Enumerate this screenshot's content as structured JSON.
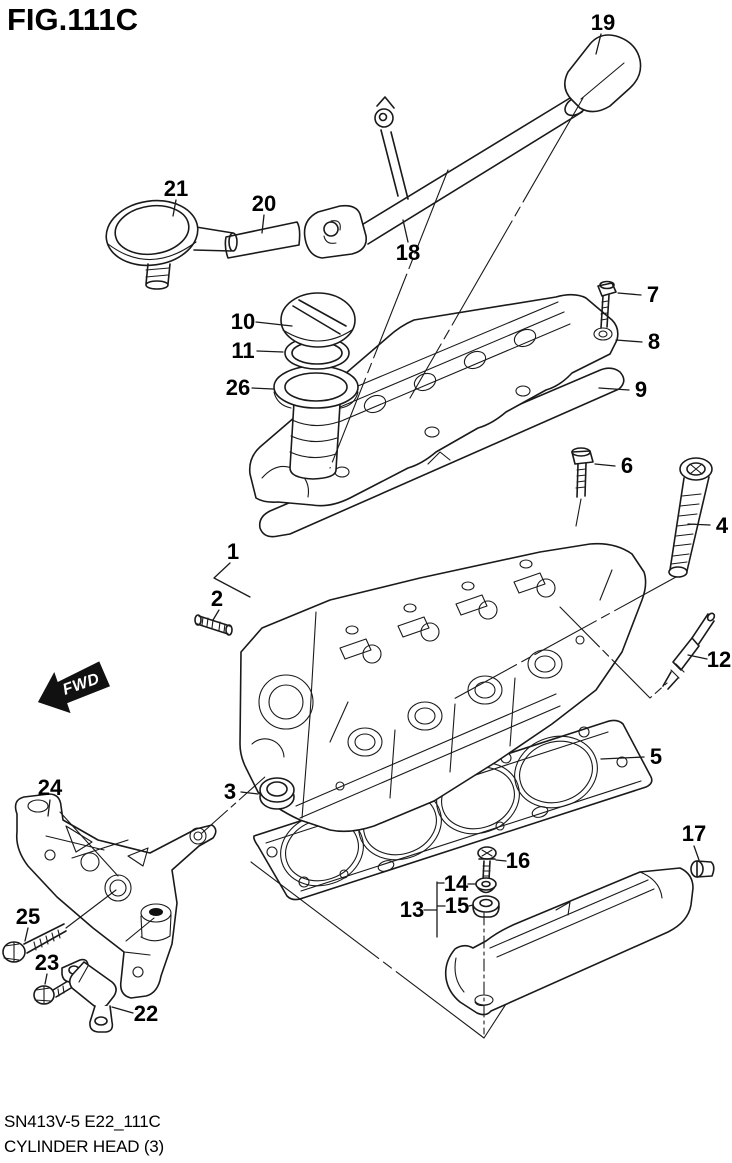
{
  "title": "FIG.111C",
  "footer": {
    "code": "SN413V-5 E22_111C",
    "caption": "CYLINDER HEAD (3)"
  },
  "fwd_label": "FWD",
  "colors": {
    "line_color": "#1a1a1a",
    "background": "#ffffff",
    "text_color": "#000000"
  },
  "callouts": [
    {
      "number": "1"
    },
    {
      "number": "2"
    },
    {
      "number": "3"
    },
    {
      "number": "4"
    },
    {
      "number": "5"
    },
    {
      "number": "6"
    },
    {
      "number": "7"
    },
    {
      "number": "8"
    },
    {
      "number": "9"
    },
    {
      "number": "10"
    },
    {
      "number": "11"
    },
    {
      "number": "12"
    },
    {
      "number": "13"
    },
    {
      "number": "14"
    },
    {
      "number": "15"
    },
    {
      "number": "16"
    },
    {
      "number": "17"
    },
    {
      "number": "18"
    },
    {
      "number": "19"
    },
    {
      "number": "20"
    },
    {
      "number": "21"
    },
    {
      "number": "22"
    },
    {
      "number": "23"
    },
    {
      "number": "24"
    },
    {
      "number": "25"
    },
    {
      "number": "26"
    }
  ]
}
